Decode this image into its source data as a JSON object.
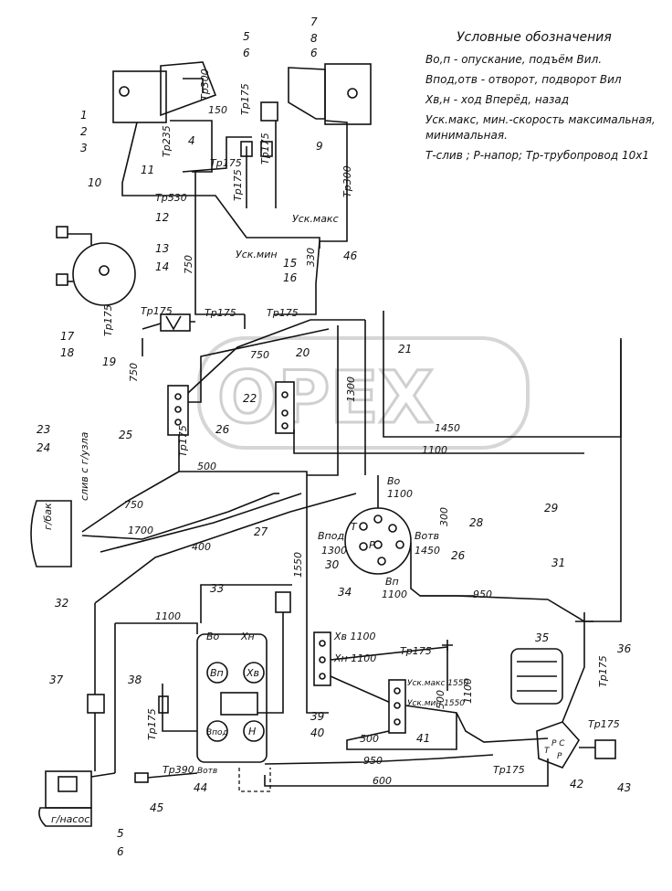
{
  "legend": {
    "title": "Условные обозначения",
    "lines": [
      "Во,п - опускание, подъём Вил.",
      "Впод,отв - отворот, подворот Вил",
      "Хв,н - ход Вперёд, назад",
      "Уск.макс, мин.-скорость максимальная, минимальная.",
      "Т-слив ; Р-напор; Тр-трубопровод 10х1"
    ]
  },
  "watermark": "OPEX",
  "labels": {
    "tank": "г/бак",
    "pump": "г/насос",
    "drain": "слив с г/узла",
    "usk_maks": "Уск.макс",
    "usk_min": "Уск.мин",
    "tr300a": "Тр300",
    "tr175a": "Тр175",
    "tr175b": "Тр175",
    "tr175c": "Тр175",
    "tr175d": "Тр175",
    "tr175e": "Тр175",
    "tr175f": "Тр175",
    "tr175g": "Тр175",
    "tr175h": "Тр175",
    "tr175i": "Тр175",
    "tr175j": "Тр175",
    "tr175k": "Тр175",
    "tr175l": "Тр175",
    "tr175m": "Тр175",
    "tr175n": "Тр175",
    "tr235": "Тр235",
    "tr530": "Тр530",
    "tr390": "Тр390",
    "tr300b": "Тр300",
    "l150": "150",
    "l750a": "750",
    "l750b": "750",
    "l750c": "750",
    "l750d": "750",
    "l330": "330",
    "l500a": "500",
    "l500b": "500",
    "l1300": "1300",
    "l1450": "1450",
    "l1100a": "1100",
    "l1100b": "1100",
    "l1700": "1700",
    "l400": "400",
    "l1550": "1550",
    "l950a": "950",
    "l950b": "950",
    "l600": "600",
    "l1100c": "1100",
    "l1100d": "1100",
    "v_o": "Во",
    "v_o_val": "1100",
    "v_pod": "Впод",
    "v_pod_val": "1300",
    "v_otv": "Вотв",
    "v_otv_val": "1450",
    "v_p": "Вп",
    "v_p_val": "1100",
    "port_t": "Т",
    "port_p": "Р",
    "l300": "300",
    "xv1100": "Хв 1100",
    "xn1100": "Хн 1100",
    "usk_maks_1550": "Уск.макс 1550",
    "usk_min_1550": "Уск.мин 1550",
    "tp500": "500",
    "l500c": "500",
    "l1100e": "1100",
    "vo_s": "Во",
    "xn_s": "Хн",
    "vp_c": "Вп",
    "xv_c": "Хв",
    "vpod_c": "Впод",
    "h_c": "Н",
    "votv_s": "Вотв",
    "pc": "Р С",
    "tp_small": "Т",
    "p_small": "Р"
  },
  "numbers": [
    "1",
    "2",
    "3",
    "4",
    "5",
    "6",
    "7",
    "8",
    "9",
    "10",
    "11",
    "12",
    "13",
    "14",
    "15",
    "16",
    "17",
    "18",
    "19",
    "20",
    "21",
    "22",
    "23",
    "24",
    "25",
    "26",
    "26",
    "27",
    "28",
    "29",
    "30",
    "31",
    "32",
    "33",
    "34",
    "35",
    "36",
    "37",
    "38",
    "39",
    "40",
    "41",
    "42",
    "43",
    "44",
    "45",
    "46",
    "5",
    "6",
    "6"
  ]
}
